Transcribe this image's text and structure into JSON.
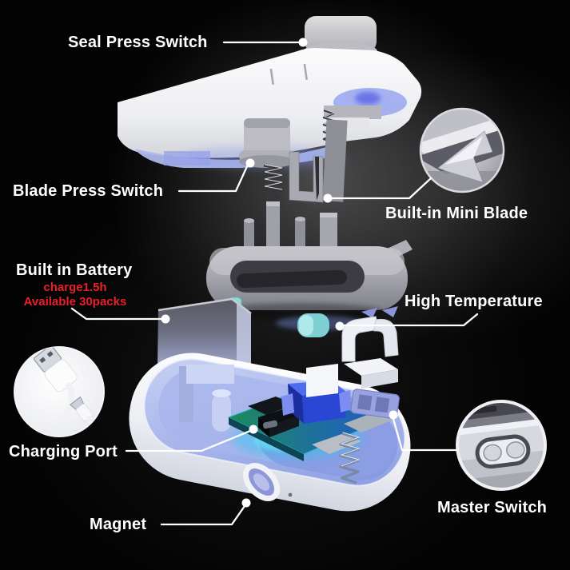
{
  "diagram": {
    "type": "exploded-product-diagram",
    "labels": {
      "seal_press_switch": "Seal Press Switch",
      "blade_press_switch": "Blade Press Switch",
      "built_in_mini_blade": "Built-in Mini Blade",
      "built_in_battery": "Built in Battery",
      "high_temperature": "High Temperature",
      "charging_port": "Charging Port",
      "master_switch": "Master Switch",
      "magnet": "Magnet"
    },
    "battery_note": [
      "charge1.5h",
      "Available 30packs"
    ],
    "insets": {
      "mini_blade": "blade-closeup",
      "usb_cable": "usb-charging-cable-closeup",
      "master_switch": "side-switch-closeup"
    },
    "colors": {
      "background": "#000000",
      "label_text": "#ffffff",
      "battery_note_text": "#e8202a",
      "leader_line": "#ffffff",
      "shell_white": "#f2f3f6",
      "interior_lilac": "#b4c0ee",
      "gasket_gray": "#9b9ba3",
      "pcb_green": "#1d8a5c",
      "glow_cyan": "#2bd9f2",
      "cube_blue": "#2a46d4",
      "heater_teal": "#8fd8d8"
    }
  }
}
